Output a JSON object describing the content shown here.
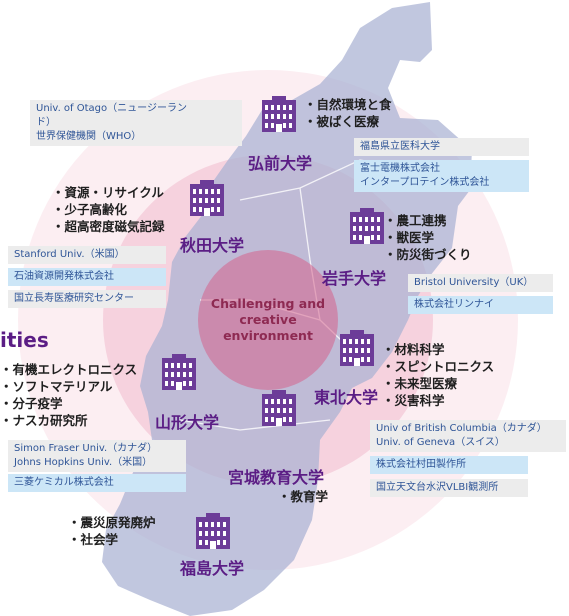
{
  "center": {
    "line1": "Challenging and",
    "line2": "creative",
    "line3": "environment"
  },
  "left_heading": "ities",
  "universities": [
    {
      "name": "弘前大学",
      "research": [
        "自然環境と食",
        "被ばく医療"
      ]
    },
    {
      "name": "秋田大学",
      "research": [
        "資源・リサイクル",
        "少子高齢化",
        "超高密度磁気記録"
      ]
    },
    {
      "name": "岩手大学",
      "research": [
        "農工連携",
        "獣医学",
        "防災街づくり"
      ]
    },
    {
      "name": "東北大学",
      "research": [
        "材料科学",
        "スピントロニクス",
        "未来型医療",
        "災害科学"
      ]
    },
    {
      "name": "山形大学",
      "research": [
        "有機エレクトロニクス",
        "ソフトマテリアル",
        "分子疫学",
        "ナスカ研究所"
      ]
    },
    {
      "name": "宮城教育大学",
      "research": [
        "教育学"
      ]
    },
    {
      "name": "福島大学",
      "research": [
        "震災原発廃炉",
        "社会学"
      ]
    }
  ],
  "partners": {
    "otago": [
      "Univ. of Otago（ニュージーラン",
      "ド）",
      "世界保健機関（WHO）"
    ],
    "fukushima_med": "福島県立医科大学",
    "fuji": [
      "富士電機株式会社",
      "インタープロテイン株式会社"
    ],
    "stanford": "Stanford Univ.（米国）",
    "sekiyu": "石油資源開発株式会社",
    "choju": "国立長寿医療研究センター",
    "bristol": "Bristol University（UK）",
    "rinnai": "株式会社リンナイ",
    "sfu": [
      "Simon Fraser Univ.（カナダ）",
      "Johns Hopkins Univ.（米国）"
    ],
    "mitsubishi": "三菱ケミカル株式会社",
    "ubc": [
      "Univ of British Columbia（カナダ）",
      "Univ. of Geneva（スイス）"
    ],
    "murata": "株式会社村田製作所",
    "vlbi": "国立天文台水沢VLBI観測所"
  },
  "colors": {
    "university": "#5b1d85",
    "partner_text": "#2f5597",
    "partner_blue": "#cce6f7",
    "partner_gray": "#ececec",
    "region": "#a9b1d3"
  }
}
